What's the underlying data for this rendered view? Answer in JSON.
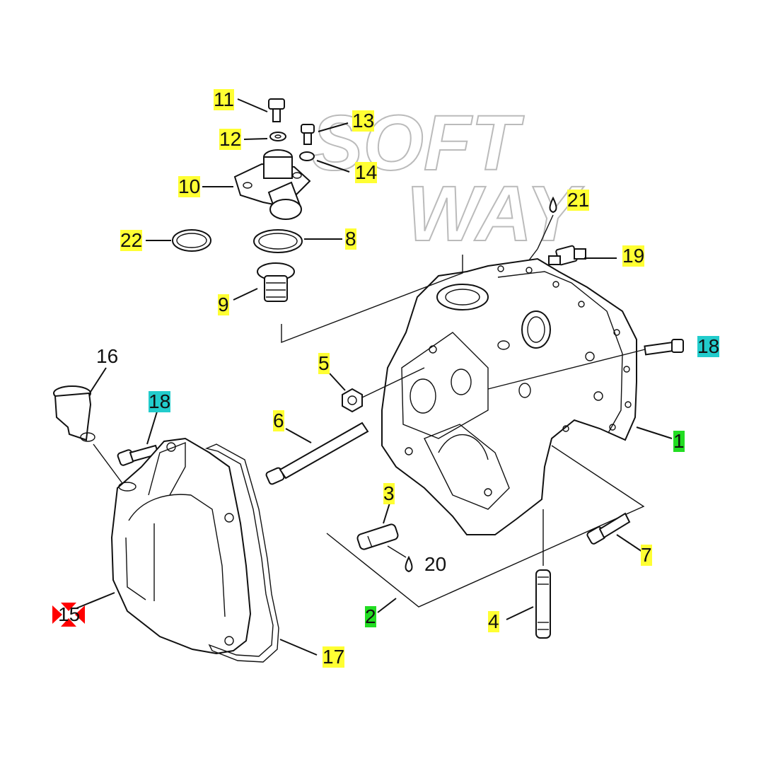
{
  "watermark": {
    "line1": "SOFT",
    "line2": "WAY"
  },
  "callouts": {
    "c1": "1",
    "c2": "2",
    "c3": "3",
    "c4": "4",
    "c5": "5",
    "c6": "6",
    "c7": "7",
    "c8": "8",
    "c9": "9",
    "c10": "10",
    "c11": "11",
    "c12": "12",
    "c13": "13",
    "c14": "14",
    "c15": "15",
    "c16": "16",
    "c17": "17",
    "c18a": "18",
    "c18b": "18",
    "c19": "19",
    "c20": "20",
    "c21": "21",
    "c22": "22"
  },
  "colors": {
    "highlight_yellow": "#ffff33",
    "highlight_green": "#22dd22",
    "highlight_cyan": "#22cccc",
    "marker_red": "#ff0000",
    "line": "#111111"
  }
}
